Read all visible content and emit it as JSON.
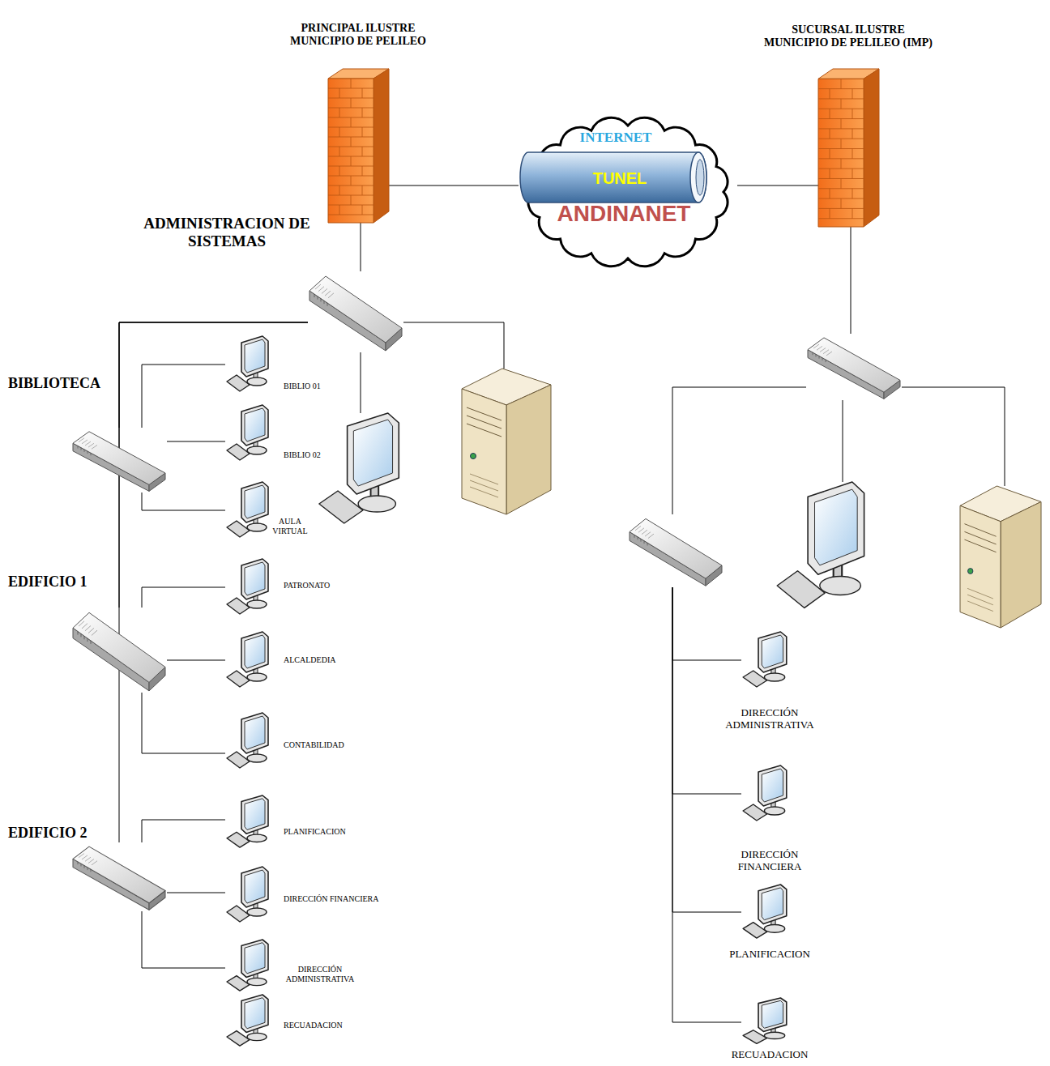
{
  "diagram": {
    "nodes": [
      {
        "text": [
          "PRINCIPAL ILUSTRE MUNICIPIO DE PELILEO"
        ]
      },
      {
        "text": [
          "INTERNET",
          "TUNEL",
          "ANDINANET"
        ]
      },
      {
        "text": [
          "SUCURSAL ILUSTRE MUNICIPIO DE PELILEO (IMP)"
        ]
      },
      {
        "text": [
          "ADMINISTRACION DE SISTEMAS"
        ]
      },
      {
        "text": []
      },
      {
        "text": []
      },
      {
        "text": [
          "BIBLIOTECA"
        ]
      },
      {
        "text": [
          "BIBLIO 01"
        ]
      },
      {
        "text": [
          "BIBLIO 02"
        ]
      },
      {
        "text": [
          "AULA VIRTUAL"
        ]
      },
      {
        "text": [
          "EDIFICIO 1"
        ]
      },
      {
        "text": [
          "PATRONATO"
        ]
      },
      {
        "text": [
          "ALCALDEDIA"
        ]
      },
      {
        "text": [
          "CONTABILIDAD"
        ]
      },
      {
        "text": [
          "EDIFICIO 2"
        ]
      },
      {
        "text": [
          "PLANIFICACION"
        ]
      },
      {
        "text": [
          "DIRECCIÓN FINANCIERA"
        ]
      },
      {
        "text": [
          "DIRECCIÓN ADMINISTRATIVA"
        ]
      },
      {
        "text": [
          "RECUADACION"
        ]
      },
      {
        "text": []
      },
      {
        "text": []
      },
      {
        "text": []
      },
      {
        "text": []
      },
      {
        "text": [
          "DIRECCIÓN ADMINISTRATIVA"
        ]
      },
      {
        "text": [
          "DIRECCIÓN FINANCIERA"
        ]
      },
      {
        "text": [
          "PLANIFICACION"
        ]
      },
      {
        "text": [
          "RECUADACION"
        ]
      }
    ],
    "edges": [
      {
        "from": 0,
        "to": 1,
        "arrow": "none"
      },
      {
        "from": 1,
        "to": 2,
        "arrow": "none"
      },
      {
        "from": 0,
        "to": 3,
        "arrow": "none"
      },
      {
        "from": 3,
        "to": 4,
        "arrow": "none"
      },
      {
        "from": 3,
        "to": 5,
        "arrow": "none"
      },
      {
        "from": 3,
        "to": 6,
        "arrow": "none"
      },
      {
        "from": 3,
        "to": 10,
        "arrow": "none"
      },
      {
        "from": 3,
        "to": 14,
        "arrow": "none"
      },
      {
        "from": 6,
        "to": 7,
        "arrow": "none"
      },
      {
        "from": 6,
        "to": 8,
        "arrow": "none"
      },
      {
        "from": 6,
        "to": 9,
        "arrow": "none"
      },
      {
        "from": 10,
        "to": 11,
        "arrow": "none"
      },
      {
        "from": 10,
        "to": 12,
        "arrow": "none"
      },
      {
        "from": 10,
        "to": 13,
        "arrow": "none"
      },
      {
        "from": 14,
        "to": 15,
        "arrow": "none"
      },
      {
        "from": 14,
        "to": 16,
        "arrow": "none"
      },
      {
        "from": 14,
        "to": 17,
        "arrow": "none"
      },
      {
        "from": 2,
        "to": 19,
        "arrow": "none"
      },
      {
        "from": 19,
        "to": 22,
        "arrow": "none"
      },
      {
        "from": 19,
        "to": 20,
        "arrow": "none"
      },
      {
        "from": 19,
        "to": 21,
        "arrow": "none"
      },
      {
        "from": 22,
        "to": 23,
        "arrow": "none"
      },
      {
        "from": 22,
        "to": 24,
        "arrow": "none"
      },
      {
        "from": 22,
        "to": 25,
        "arrow": "none"
      },
      {
        "from": 22,
        "to": 26,
        "arrow": "none"
      }
    ]
  }
}
